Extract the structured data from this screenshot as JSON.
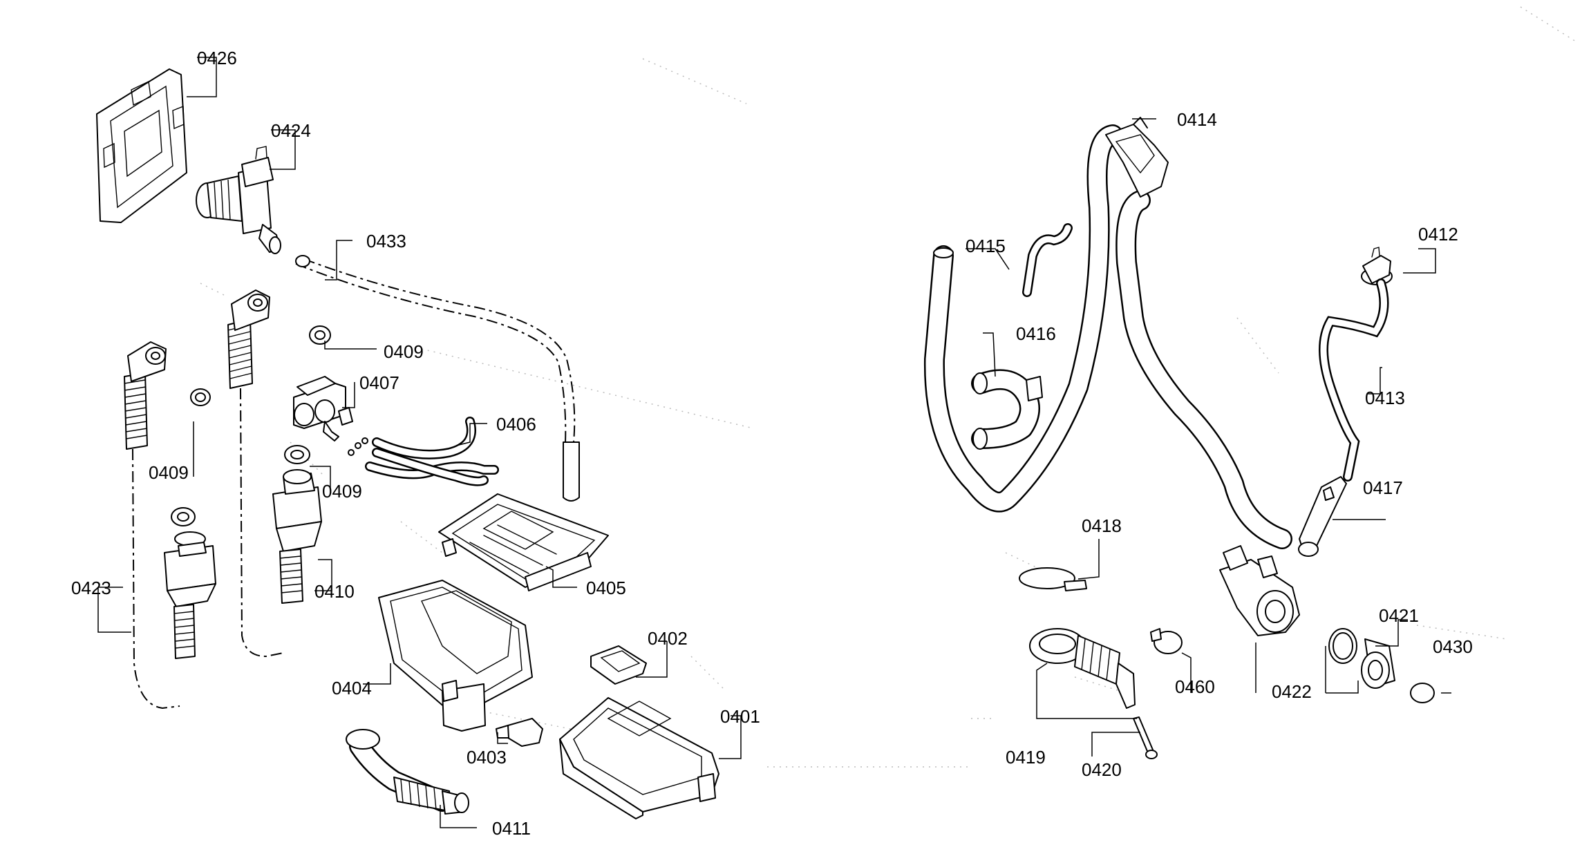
{
  "diagram": {
    "part_numbers": {
      "p0426": "0426",
      "p0424": "0424",
      "p0433": "0433",
      "p0409a": "0409",
      "p0407": "0407",
      "p0406": "0406",
      "p0409b": "0409",
      "p0409c": "0409",
      "p0423": "0423",
      "p0410": "0410",
      "p0405": "0405",
      "p0404": "0404",
      "p0402": "0402",
      "p0401": "0401",
      "p0403": "0403",
      "p0411": "0411",
      "p0414": "0414",
      "p0415": "0415",
      "p0416": "0416",
      "p0412": "0412",
      "p0413": "0413",
      "p0417": "0417",
      "p0418": "0418",
      "p0421": "0421",
      "p0430": "0430",
      "p0460": "0460",
      "p0422": "0422",
      "p0419": "0419",
      "p0420": "0420"
    }
  }
}
